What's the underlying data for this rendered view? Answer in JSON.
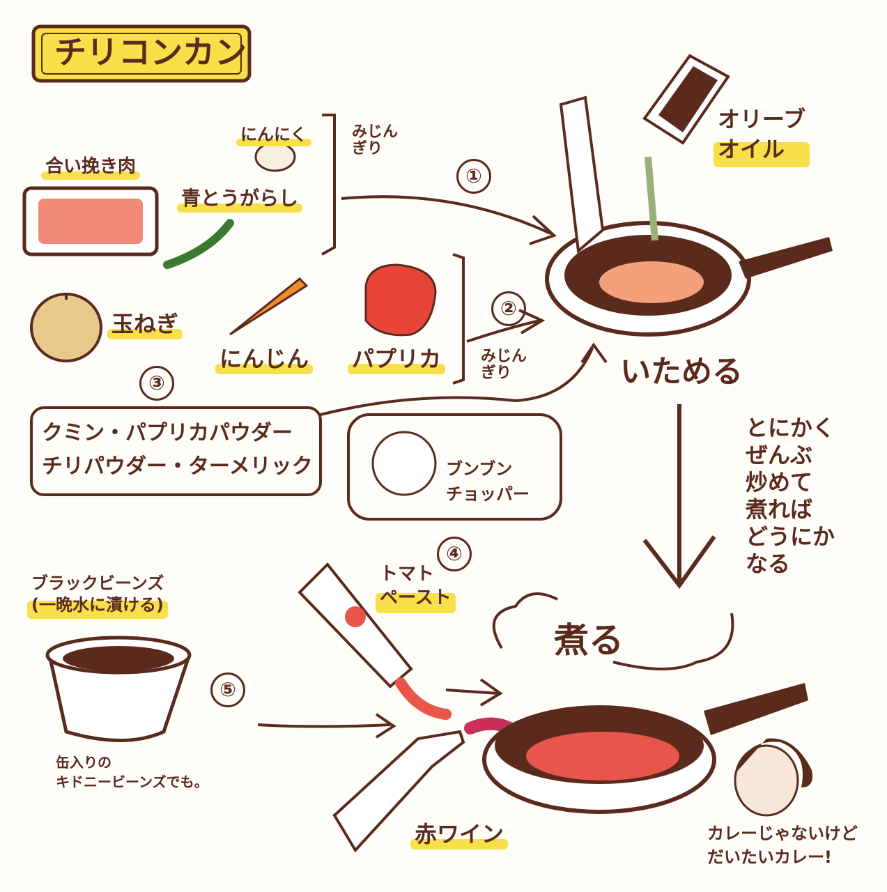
{
  "title": "チリコンカン",
  "ingredients": {
    "meat": "合い挽き肉",
    "garlic": "にんにく",
    "chili": "青とうがらし",
    "onion": "玉ねぎ",
    "carrot": "にんじん",
    "paprika": "パプリカ"
  },
  "notes": {
    "mince1": "みじん\nぎり",
    "mince2": "みじん\nぎり",
    "oil": "オリーブ\nオイル",
    "saute": "いためる",
    "comment": "とにかく\nぜんぶ\n炒めて\n煮れば\nどうにか\nなる",
    "simmer": "煮る",
    "spices": "クミン・パプリカパウダー\nチリパウダー・ターメリック",
    "chopper": "ブンブン\nチョッパー",
    "beans": "ブラックビーンズ\n(一晩水に漬ける)",
    "beans_alt": "缶入りの\nキドニービーンズでも。",
    "tomato": "トマト\nペースト",
    "wine": "赤ワイン",
    "curry": "カレーじゃないけど\nだいたいカレー!"
  },
  "steps": [
    "①",
    "②",
    "③",
    "④",
    "⑤"
  ],
  "colors": {
    "ink": "#5a2a1c",
    "highlight": "#f7e04a",
    "meat": "#f08a7a",
    "tomato": "#e8554a",
    "pan": "#5a2a1c",
    "oil": "#9ab07a"
  }
}
